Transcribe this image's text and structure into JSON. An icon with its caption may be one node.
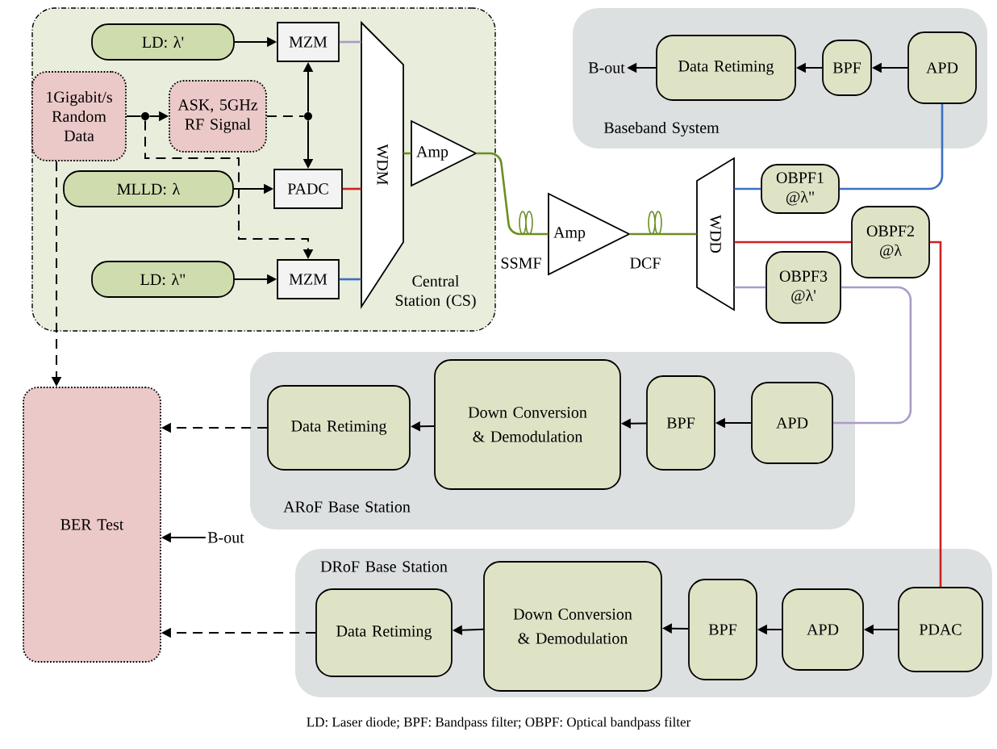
{
  "diagram": {
    "nodes": [
      {
        "text": [
          "Central Station (CS)"
        ]
      },
      {
        "text": [
          "LD: λ'"
        ],
        "in": 0
      },
      {
        "text": [
          "MZM"
        ],
        "in": 0
      },
      {
        "text": [
          "1Gigabit/s Random Data"
        ],
        "in": 0
      },
      {
        "text": [
          "ASK, 5GHz RF Signal"
        ],
        "in": 0
      },
      {
        "text": [
          "MLLD: λ"
        ],
        "in": 0
      },
      {
        "text": [
          "PADC"
        ],
        "in": 0
      },
      {
        "text": [
          "LD: λ\""
        ],
        "in": 0
      },
      {
        "text": [
          "MZM"
        ],
        "in": 0
      },
      {
        "text": [
          "WDM"
        ],
        "in": 0
      },
      {
        "text": [
          "Amp"
        ],
        "in": 0
      },
      {
        "text": [
          "Amp"
        ]
      },
      {
        "text": [
          "WDD"
        ]
      },
      {
        "text": [
          "OBPF1 @λ\""
        ]
      },
      {
        "text": [
          "OBPF2 @λ"
        ]
      },
      {
        "text": [
          "OBPF3 @λ'"
        ]
      },
      {
        "text": [
          "Baseband System"
        ]
      },
      {
        "text": [
          "APD"
        ],
        "in": 16
      },
      {
        "text": [
          "BPF"
        ],
        "in": 16
      },
      {
        "text": [
          "Data Retiming"
        ],
        "in": 16
      },
      {
        "text": [
          "B-out"
        ],
        "in": 16
      },
      {
        "text": [
          "ARoF Base Station"
        ]
      },
      {
        "text": [
          "APD"
        ],
        "in": 21
      },
      {
        "text": [
          "BPF"
        ],
        "in": 21
      },
      {
        "text": [
          "Down Conversion & Demodulation"
        ],
        "in": 21
      },
      {
        "text": [
          "Data Retiming"
        ],
        "in": 21
      },
      {
        "text": [
          "DRoF Base Station"
        ]
      },
      {
        "text": [
          "PDAC"
        ],
        "in": 26
      },
      {
        "text": [
          "APD"
        ],
        "in": 26
      },
      {
        "text": [
          "BPF"
        ],
        "in": 26
      },
      {
        "text": [
          "Down Conversion & Demodulation"
        ],
        "in": 26
      },
      {
        "text": [
          "Data Retiming"
        ],
        "in": 26
      },
      {
        "text": [
          "BER Test"
        ]
      },
      {
        "text": [
          "B-out"
        ]
      },
      {
        "text": [],
        "shape": "circle",
        "in": 0
      },
      {
        "text": [],
        "shape": "circle",
        "in": 0
      }
    ],
    "edges": [
      {
        "from": 1,
        "to": 2,
        "arrow": "to"
      },
      {
        "from": 5,
        "to": 6,
        "arrow": "to"
      },
      {
        "from": 7,
        "to": 8,
        "arrow": "to"
      },
      {
        "from": 3,
        "to": 34,
        "arrow": "none"
      },
      {
        "from": 34,
        "to": 4,
        "arrow": "to"
      },
      {
        "from": 34,
        "to": 8,
        "arrow": "to",
        "style": "dashed"
      },
      {
        "from": 4,
        "to": 35,
        "arrow": "none",
        "style": "dashed"
      },
      {
        "from": 35,
        "to": 2,
        "arrow": "to"
      },
      {
        "from": 35,
        "to": 6,
        "arrow": "to"
      },
      {
        "from": 2,
        "to": 9,
        "arrow": "none",
        "color": "#a99bc9"
      },
      {
        "from": 6,
        "to": 9,
        "arrow": "none",
        "color": "#cc2222"
      },
      {
        "from": 8,
        "to": 9,
        "arrow": "none",
        "color": "#3a6fc4"
      },
      {
        "from": 9,
        "to": 10,
        "arrow": "none",
        "color": "#6b8e23"
      },
      {
        "from": 10,
        "to": 11,
        "arrow": "none",
        "color": "#6b8e23",
        "label": "SSMF"
      },
      {
        "from": 11,
        "to": 12,
        "arrow": "none",
        "color": "#6b8e23",
        "label": "DCF"
      },
      {
        "from": 12,
        "to": 13,
        "arrow": "none",
        "color": "#3a6fc4"
      },
      {
        "from": 12,
        "to": 14,
        "arrow": "none",
        "color": "#cc2222"
      },
      {
        "from": 12,
        "to": 15,
        "arrow": "none",
        "color": "#a99bc9"
      },
      {
        "from": 13,
        "to": 17,
        "arrow": "none",
        "color": "#3a6fc4"
      },
      {
        "from": 14,
        "to": 27,
        "arrow": "none",
        "color": "#cc2222"
      },
      {
        "from": 15,
        "to": 22,
        "arrow": "none",
        "color": "#a99bc9"
      },
      {
        "from": 17,
        "to": 18,
        "arrow": "to"
      },
      {
        "from": 18,
        "to": 19,
        "arrow": "to"
      },
      {
        "from": 19,
        "to": 20,
        "arrow": "to"
      },
      {
        "from": 22,
        "to": 23,
        "arrow": "to"
      },
      {
        "from": 23,
        "to": 24,
        "arrow": "to"
      },
      {
        "from": 24,
        "to": 25,
        "arrow": "to"
      },
      {
        "from": 27,
        "to": 28,
        "arrow": "to"
      },
      {
        "from": 28,
        "to": 29,
        "arrow": "to"
      },
      {
        "from": 29,
        "to": 30,
        "arrow": "to"
      },
      {
        "from": 30,
        "to": 31,
        "arrow": "to"
      },
      {
        "from": 3,
        "to": 32,
        "arrow": "to",
        "style": "dashed"
      },
      {
        "from": 25,
        "to": 32,
        "arrow": "to",
        "style": "dashed"
      },
      {
        "from": 31,
        "to": 32,
        "arrow": "to",
        "style": "dashed"
      },
      {
        "from": 33,
        "to": 32,
        "arrow": "to"
      }
    ],
    "labels": [
      "LD: Laser diode;  BPF: Bandpass filter; OBPF: Optical bandpass filter"
    ]
  }
}
